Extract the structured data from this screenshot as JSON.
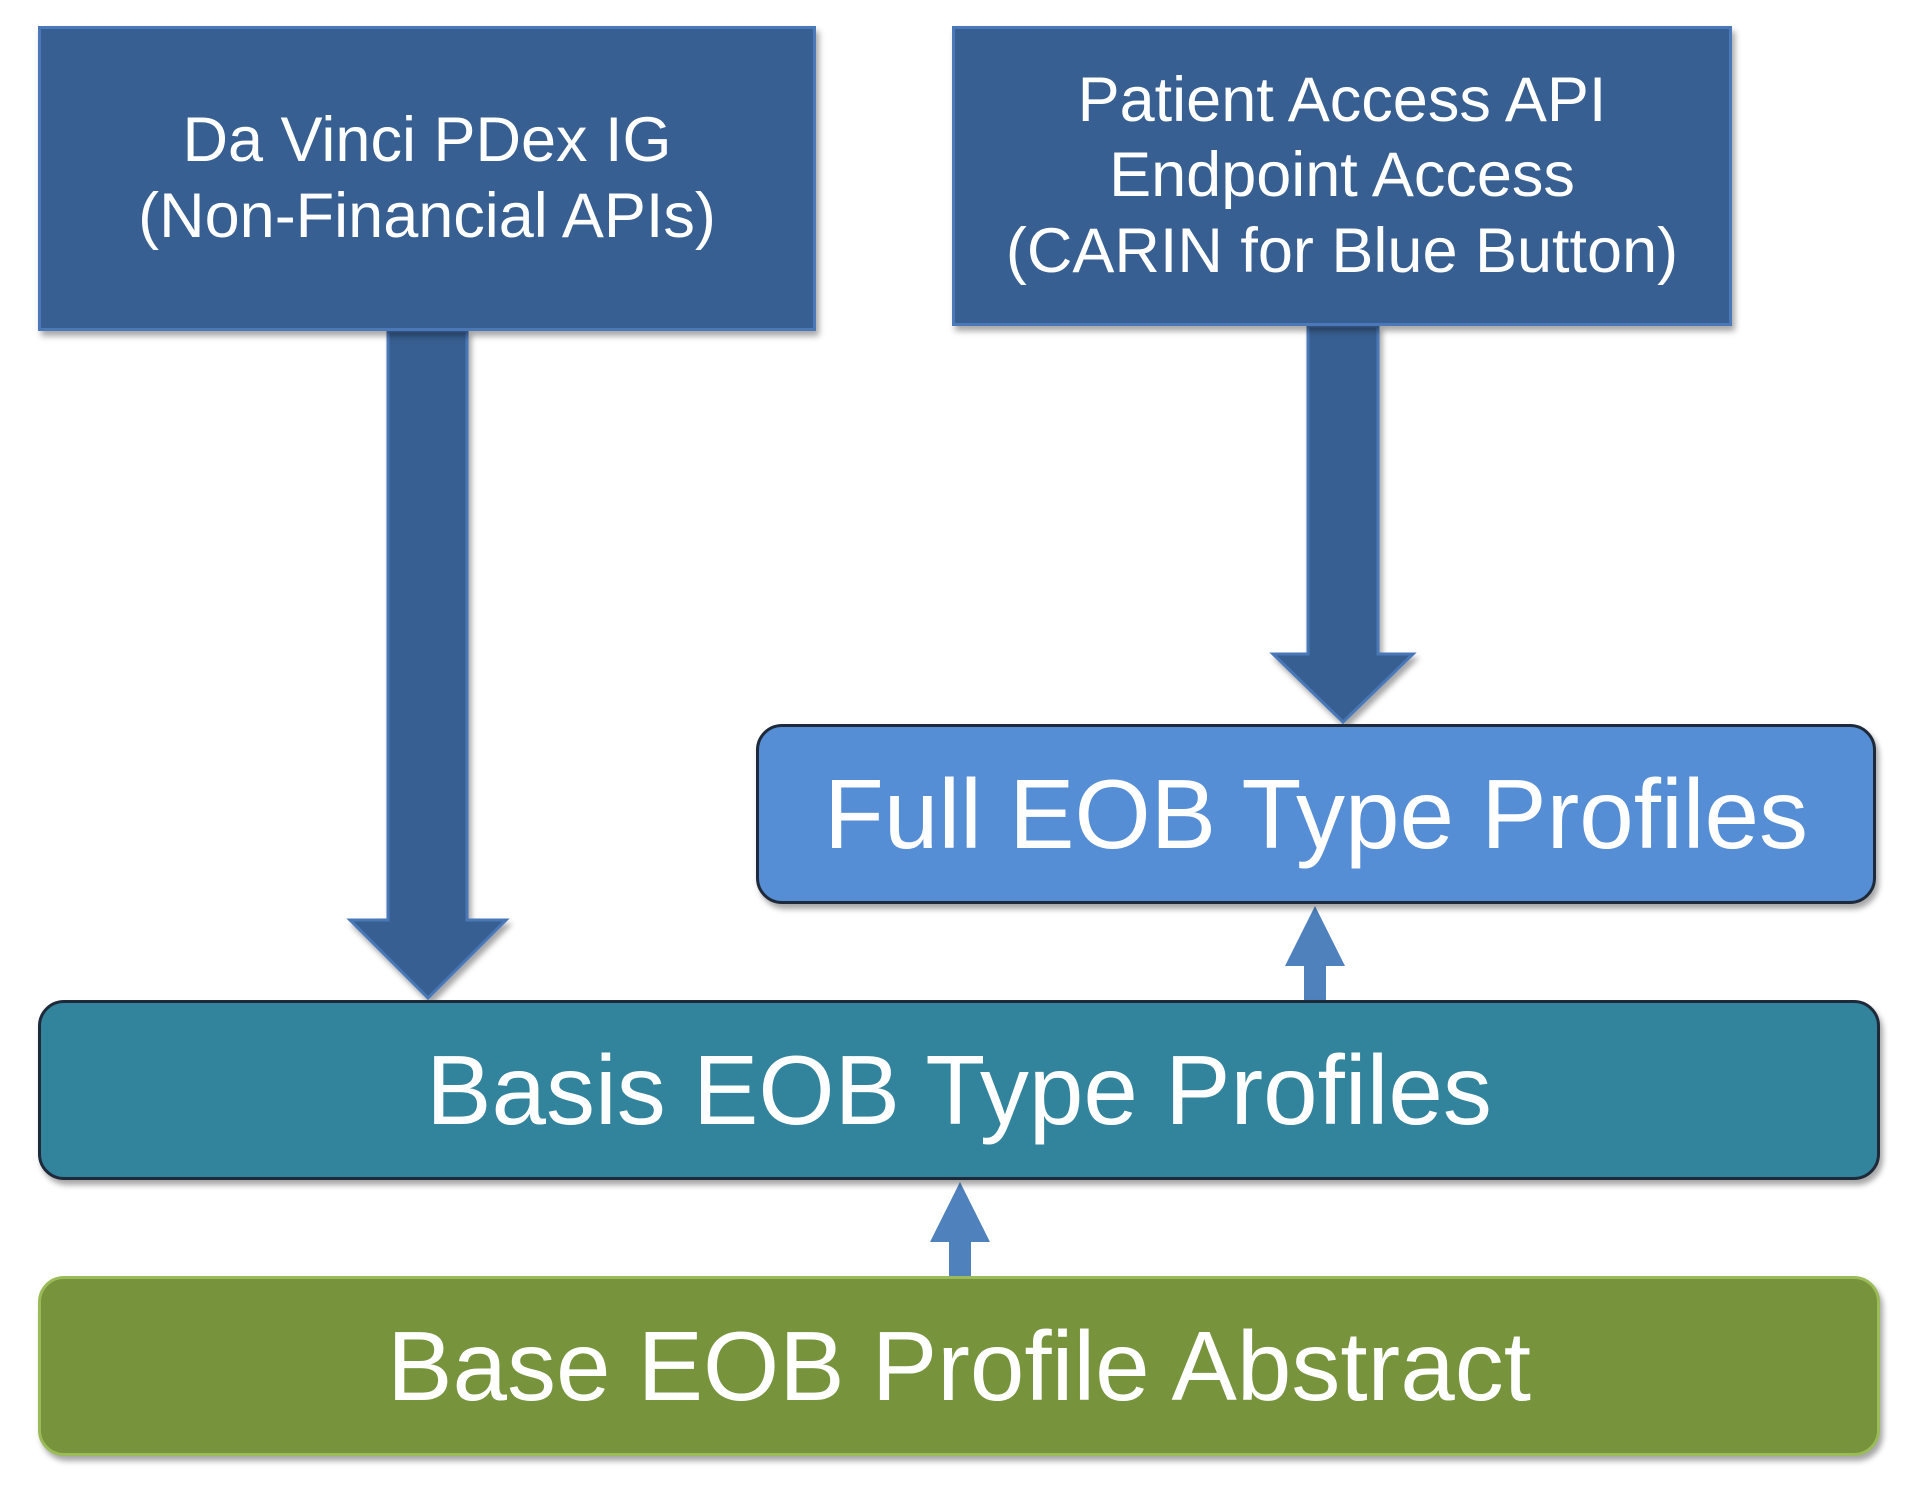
{
  "boxes": {
    "davinci": {
      "lines": [
        "Da Vinci PDex IG",
        "(Non-Financial APIs)"
      ]
    },
    "patient": {
      "lines": [
        "Patient Access API",
        "Endpoint Access",
        "(CARIN for Blue Button)"
      ]
    },
    "full": {
      "label": "Full EOB Type Profiles"
    },
    "basis": {
      "label": "Basis EOB Type Profiles"
    },
    "base": {
      "label": "Base EOB Profile Abstract"
    }
  },
  "colors": {
    "top_box": "#375f91",
    "full_box": "#558ed5",
    "basis_box": "#31849b",
    "base_box": "#77933c",
    "big_arrow": "#375f91",
    "small_arrow": "#4f81bd"
  }
}
